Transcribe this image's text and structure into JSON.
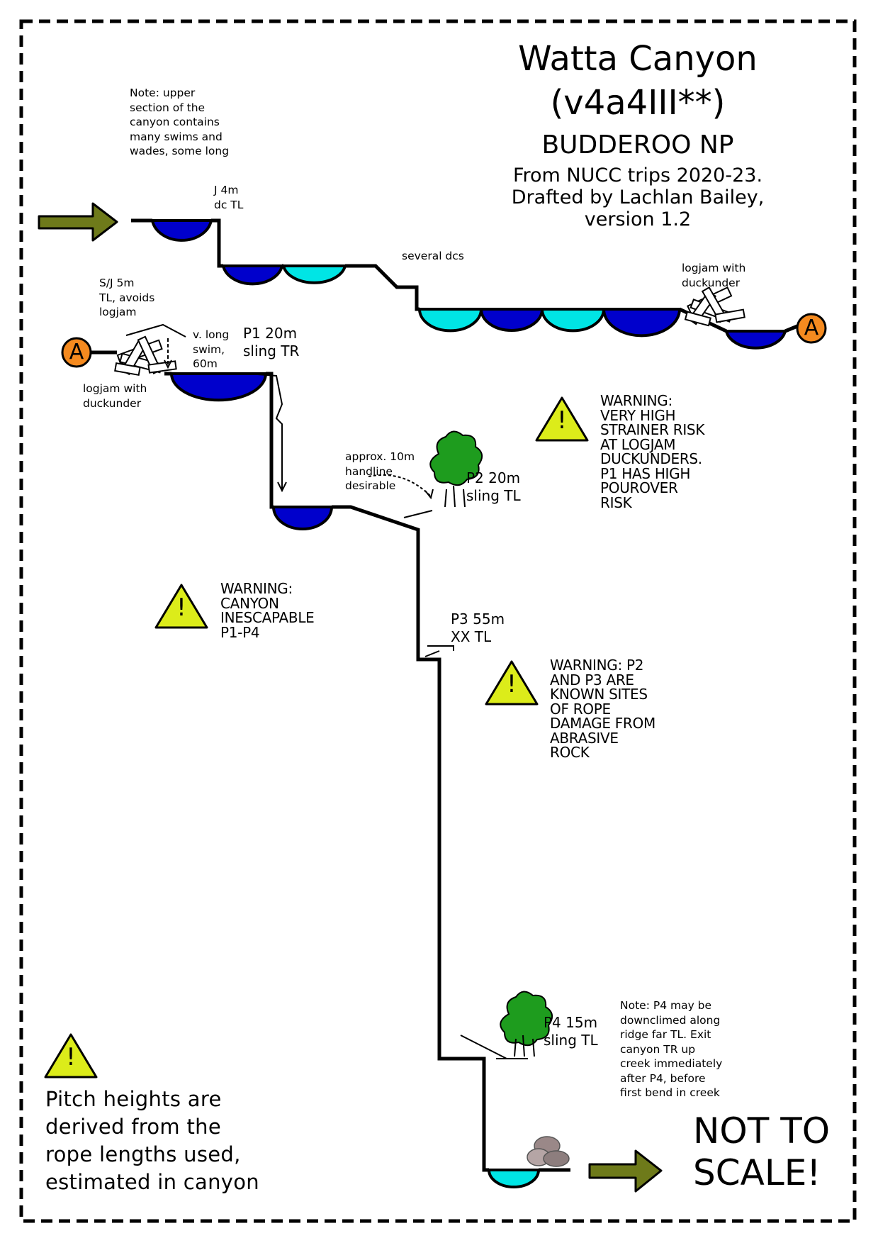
{
  "title": {
    "name": "Watta Canyon",
    "grade": "(v4a4III**)",
    "park": "BUDDEROO NP",
    "credits": "From NUCC trips 2020-23.\nDrafted by Lachlan Bailey,\nversion 1.2"
  },
  "notes": {
    "upper_section": "Note: upper\nsection of the\ncanyon contains\nmany swims and\nwades, some long",
    "p4_exit": "Note: P4 may be\ndownclimed along\nridge far TL. Exit\ncanyon TR up\ncreek immediately\nafter P4, before\nfirst bend in creek",
    "pitch_heights": "Pitch heights are\nderived from the\nrope lengths used,\nestimated in canyon",
    "not_to_scale": "NOT TO\nSCALE!"
  },
  "features": {
    "j4": "J 4m\ndc TL",
    "several_dcs": "several dcs",
    "logjam_upper": "logjam with\nduckunder",
    "logjam_lower": "logjam with\nduckunder",
    "sj5": "S/J 5m\nTL, avoids\nlogjam",
    "long_swim": "v. long\nswim,\n60m",
    "p1": "P1 20m\nsling TR",
    "handline": "approx. 10m\nhandline\ndesirable",
    "p2": "P2 20m\nsling TL",
    "p3": "P3 55m\nXX TL",
    "p4": "P4 15m\nsling TL"
  },
  "anchors": {
    "start": "A",
    "end": "A"
  },
  "warnings": {
    "strainer": "WARNING:\nVERY HIGH\nSTRAINER RISK\nAT LOGJAM\nDUCKUNDERS.\nP1 HAS HIGH\nPOUROVER\nRISK",
    "inescapable": "WARNING:\nCANYON\nINESCAPABLE\nP1-P4",
    "rope_damage": "WARNING: P2\nAND P3 ARE\nKNOWN SITES\nOF ROPE\nDAMAGE FROM\nABRASIVE\nROCK"
  },
  "warning_icon": "!",
  "colors": {
    "deep_pool": "#0000cc",
    "shallow_pool": "#00e5e5",
    "warning_yellow": "#dcec1a",
    "anchor_orange": "#f58a1f",
    "arrow_olive": "#6e7a1a",
    "tree_green": "#1e9c1e",
    "rock_grey": "#9a8888"
  }
}
